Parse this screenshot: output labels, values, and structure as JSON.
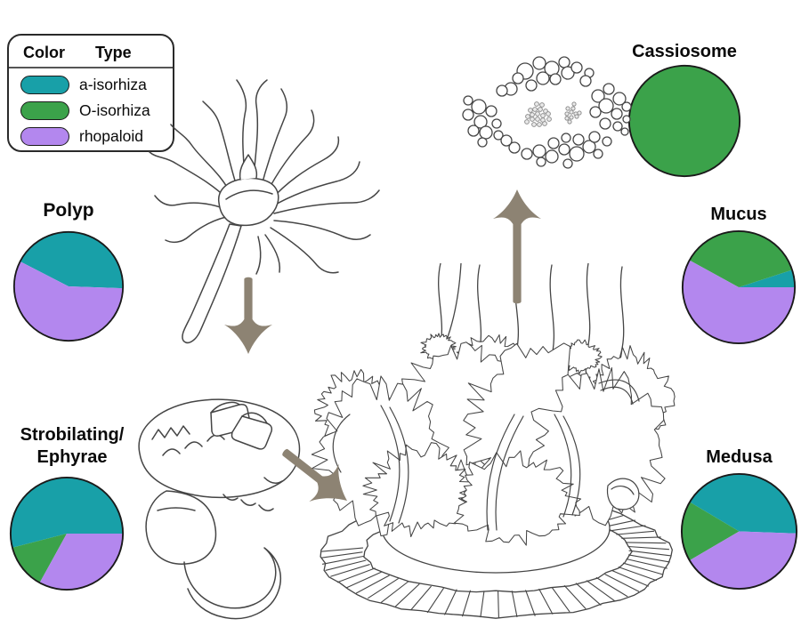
{
  "legend": {
    "color_header": "Color",
    "type_header": "Type",
    "entries": [
      {
        "type": "a-isorhiza",
        "color": "#18a0a8"
      },
      {
        "type": "O-isorhiza",
        "color": "#3ba24a"
      },
      {
        "type": "rhopaloid",
        "color": "#b387ee"
      }
    ]
  },
  "stages": {
    "polyp": {
      "label": "Polyp"
    },
    "strobilating": {
      "label_line1": "Strobilating/",
      "label_line2": "Ephyrae"
    },
    "cassiosome": {
      "label": "Cassiosome"
    },
    "mucus": {
      "label": "Mucus"
    },
    "medusa": {
      "label": "Medusa"
    }
  },
  "colors": {
    "a-isorhiza": "#18a0a8",
    "O-isorhiza": "#3ba24a",
    "rhopaloid": "#b387ee",
    "arrow": "#8d8373",
    "line_art": "#454545",
    "pie_outline": "#1a1a1a"
  },
  "chart_data": [
    {
      "type": "pie",
      "title": "Polyp",
      "start_deg": -2,
      "direction": "ccw",
      "slices": [
        {
          "label": "a-isorhiza",
          "pct": 43
        },
        {
          "label": "rhopaloid",
          "pct": 57
        }
      ]
    },
    {
      "type": "pie",
      "title": "Strobilating/Ephyrae",
      "start_deg": 0,
      "direction": "ccw",
      "slices": [
        {
          "label": "a-isorhiza",
          "pct": 54
        },
        {
          "label": "O-isorhiza",
          "pct": 13
        },
        {
          "label": "rhopaloid",
          "pct": 33
        }
      ]
    },
    {
      "type": "pie",
      "title": "Cassiosome",
      "start_deg": 0,
      "direction": "ccw",
      "slices": [
        {
          "label": "O-isorhiza",
          "pct": 100
        }
      ]
    },
    {
      "type": "pie",
      "title": "Mucus",
      "start_deg": 0,
      "direction": "ccw",
      "slices": [
        {
          "label": "a-isorhiza",
          "pct": 5
        },
        {
          "label": "O-isorhiza",
          "pct": 37
        },
        {
          "label": "rhopaloid",
          "pct": 58
        }
      ]
    },
    {
      "type": "pie",
      "title": "Medusa",
      "start_deg": -2,
      "direction": "ccw",
      "slices": [
        {
          "label": "a-isorhiza",
          "pct": 42
        },
        {
          "label": "O-isorhiza",
          "pct": 17
        },
        {
          "label": "rhopaloid",
          "pct": 41
        }
      ]
    }
  ]
}
